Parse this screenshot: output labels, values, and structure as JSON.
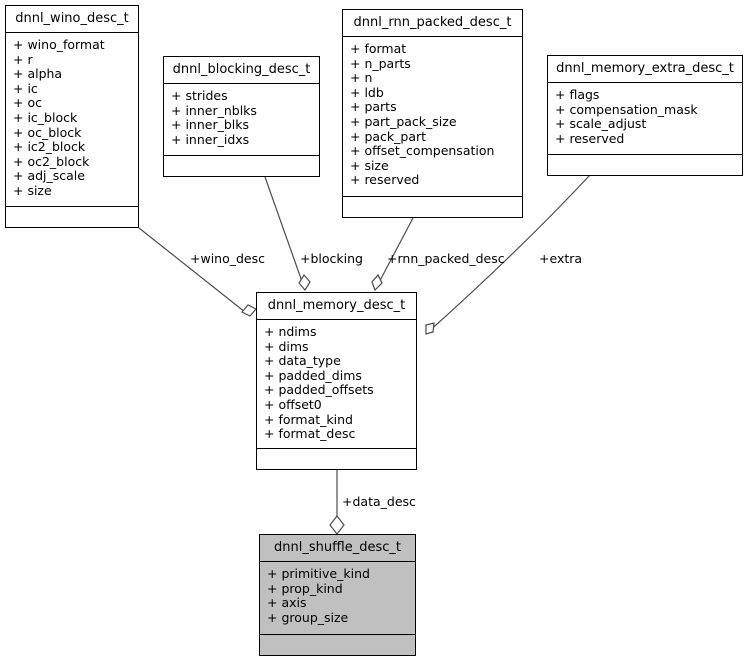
{
  "diagram": {
    "type": "uml-class-collaboration-diagram",
    "background": "#ffffff",
    "line_color": "#4d4d4d",
    "border_color": "#000000",
    "highlight_fill": "#c0c0c0"
  },
  "classes": [
    {
      "id": "wino",
      "name": "dnnl_wino_desc_t",
      "highlighted": false,
      "attributes": [
        "+ wino_format",
        "+ r",
        "+ alpha",
        "+ ic",
        "+ oc",
        "+ ic_block",
        "+ oc_block",
        "+ ic2_block",
        "+ oc2_block",
        "+ adj_scale",
        "+ size"
      ]
    },
    {
      "id": "blocking",
      "name": "dnnl_blocking_desc_t",
      "highlighted": false,
      "attributes": [
        "+ strides",
        "+ inner_nblks",
        "+ inner_blks",
        "+ inner_idxs"
      ]
    },
    {
      "id": "rnn",
      "name": "dnnl_rnn_packed_desc_t",
      "highlighted": false,
      "attributes": [
        "+ format",
        "+ n_parts",
        "+ n",
        "+ ldb",
        "+ parts",
        "+ part_pack_size",
        "+ pack_part",
        "+ offset_compensation",
        "+ size",
        "+ reserved"
      ]
    },
    {
      "id": "extra",
      "name": "dnnl_memory_extra_desc_t",
      "highlighted": false,
      "attributes": [
        "+ flags",
        "+ compensation_mask",
        "+ scale_adjust",
        "+ reserved"
      ]
    },
    {
      "id": "memory",
      "name": "dnnl_memory_desc_t",
      "highlighted": false,
      "attributes": [
        "+ ndims",
        "+ dims",
        "+ data_type",
        "+ padded_dims",
        "+ padded_offsets",
        "+ offset0",
        "+ format_kind",
        "+ format_desc"
      ]
    },
    {
      "id": "shuffle",
      "name": "dnnl_shuffle_desc_t",
      "highlighted": true,
      "attributes": [
        "+ primitive_kind",
        "+ prop_kind",
        "+ axis",
        "+ group_size"
      ]
    }
  ],
  "edges": [
    {
      "id": "wino_desc",
      "label": "+wino_desc",
      "from": "wino",
      "to": "memory"
    },
    {
      "id": "blocking",
      "label": "+blocking",
      "from": "blocking",
      "to": "memory"
    },
    {
      "id": "rnn_packed_desc",
      "label": "+rnn_packed_desc",
      "from": "rnn",
      "to": "memory"
    },
    {
      "id": "extra",
      "label": "+extra",
      "from": "extra",
      "to": "memory"
    },
    {
      "id": "data_desc",
      "label": "+data_desc",
      "from": "memory",
      "to": "shuffle"
    }
  ]
}
